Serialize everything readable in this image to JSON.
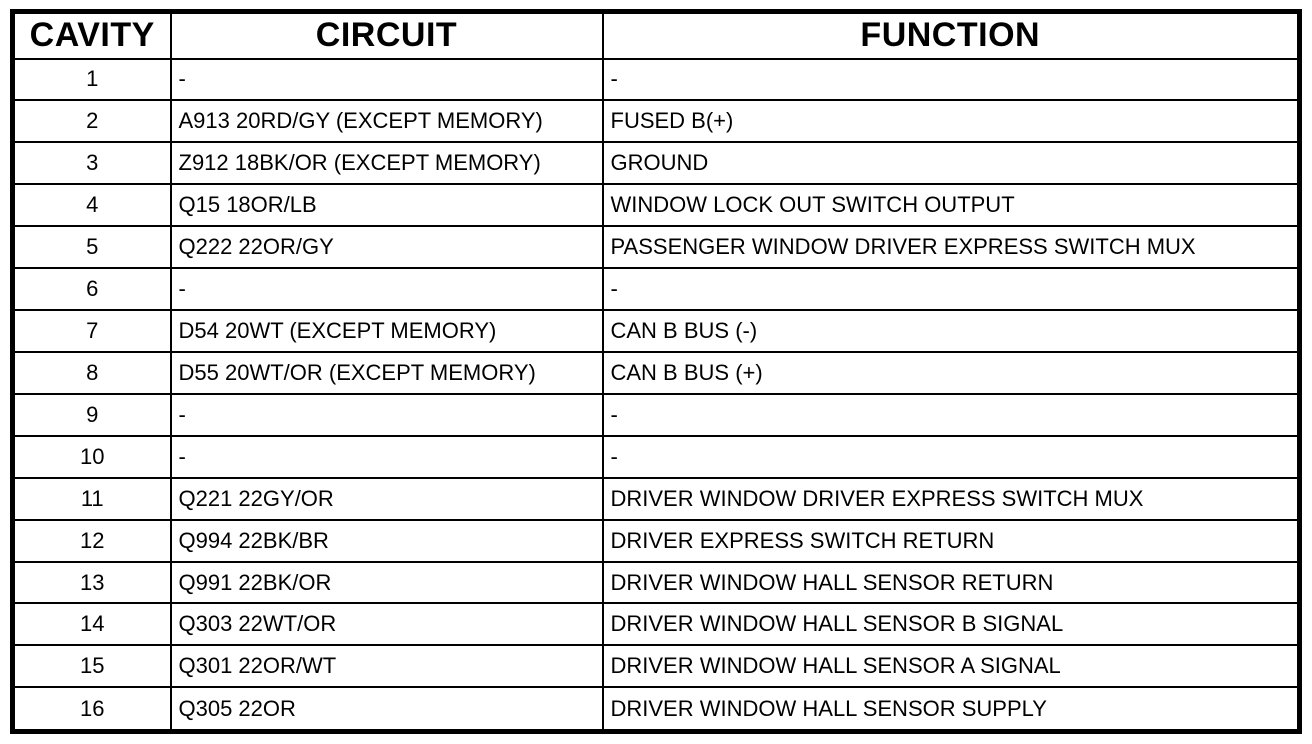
{
  "table": {
    "headers": [
      {
        "key": "cavity",
        "label": "CAVITY"
      },
      {
        "key": "circuit",
        "label": "CIRCUIT"
      },
      {
        "key": "function",
        "label": "FUNCTION"
      }
    ],
    "rows": [
      {
        "cavity": "1",
        "circuit": "-",
        "function": "-"
      },
      {
        "cavity": "2",
        "circuit": "A913 20RD/GY (EXCEPT MEMORY)",
        "function": "FUSED B(+)"
      },
      {
        "cavity": "3",
        "circuit": "Z912 18BK/OR (EXCEPT MEMORY)",
        "function": "GROUND"
      },
      {
        "cavity": "4",
        "circuit": "Q15 18OR/LB",
        "function": "WINDOW LOCK OUT SWITCH OUTPUT"
      },
      {
        "cavity": "5",
        "circuit": "Q222 22OR/GY",
        "function": "PASSENGER WINDOW DRIVER EXPRESS SWITCH MUX"
      },
      {
        "cavity": "6",
        "circuit": "-",
        "function": "-"
      },
      {
        "cavity": "7",
        "circuit": "D54 20WT (EXCEPT MEMORY)",
        "function": "CAN B BUS (-)"
      },
      {
        "cavity": "8",
        "circuit": "D55 20WT/OR (EXCEPT MEMORY)",
        "function": "CAN B BUS (+)"
      },
      {
        "cavity": "9",
        "circuit": "-",
        "function": "-"
      },
      {
        "cavity": "10",
        "circuit": "-",
        "function": "-"
      },
      {
        "cavity": "11",
        "circuit": "Q221 22GY/OR",
        "function": "DRIVER WINDOW DRIVER EXPRESS SWITCH MUX"
      },
      {
        "cavity": "12",
        "circuit": "Q994 22BK/BR",
        "function": "DRIVER EXPRESS SWITCH RETURN"
      },
      {
        "cavity": "13",
        "circuit": "Q991 22BK/OR",
        "function": "DRIVER WINDOW HALL SENSOR RETURN"
      },
      {
        "cavity": "14",
        "circuit": "Q303 22WT/OR",
        "function": "DRIVER WINDOW HALL SENSOR B SIGNAL"
      },
      {
        "cavity": "15",
        "circuit": "Q301 22OR/WT",
        "function": "DRIVER WINDOW HALL SENSOR A SIGNAL"
      },
      {
        "cavity": "16",
        "circuit": "Q305 22OR",
        "function": "DRIVER WINDOW HALL SENSOR SUPPLY"
      }
    ],
    "colors": {
      "border": "#000000",
      "background": "#ffffff",
      "text": "#000000"
    }
  }
}
